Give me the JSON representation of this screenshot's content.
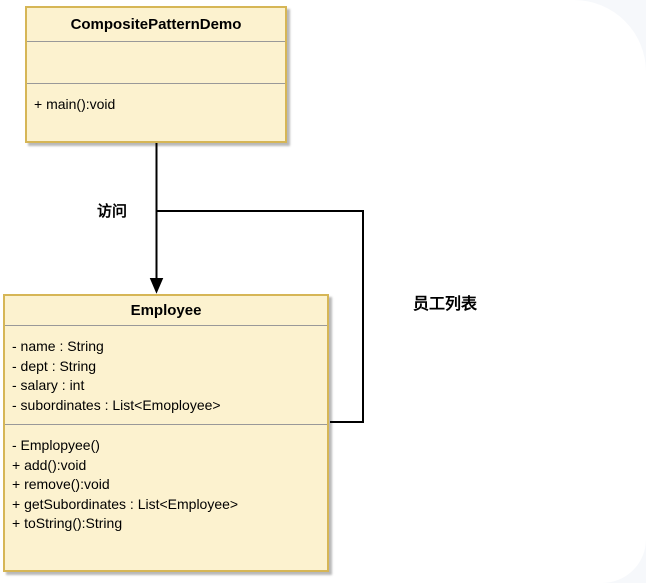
{
  "diagram": {
    "type": "uml-class-diagram",
    "classes": [
      {
        "name": "CompositePatternDemo",
        "attributes": [],
        "methods": [
          "+ main():void"
        ]
      },
      {
        "name": "Employee",
        "attributes": [
          "- name : String",
          "- dept : String",
          "- salary : int",
          "- subordinates : List<Emoployee>"
        ],
        "methods": [
          "- Emplopyee()",
          "+ add():void",
          "+ remove():void",
          "+ getSubordinates : List<Employee>",
          "+ toString():String"
        ]
      }
    ],
    "edges": [
      {
        "label": "访问",
        "from": "CompositePatternDemo",
        "to": "Employee",
        "style": "solid-arrow"
      },
      {
        "label": "员工列表",
        "from": "CompositePatternDemo-Employee association",
        "to": "Employee (right side)",
        "style": "solid-line"
      }
    ],
    "colors": {
      "class_fill": "#FCF2CF",
      "class_border": "#D6B656",
      "section_separator": "#999999",
      "connector": "#000000",
      "text": "#000000",
      "canvas_background": "#FFFFFF"
    }
  }
}
